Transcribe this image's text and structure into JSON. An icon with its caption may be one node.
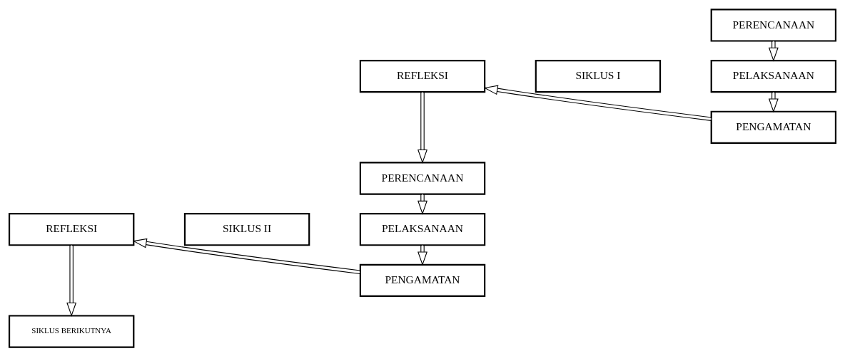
{
  "diagram": {
    "nodes": [
      {
        "text": [
          "PERENCANAAN"
        ]
      },
      {
        "text": [
          "REFLEKSI"
        ]
      },
      {
        "text": [
          "SIKLUS I"
        ]
      },
      {
        "text": [
          "PELAKSANAAN"
        ]
      },
      {
        "text": [
          "PENGAMATAN"
        ]
      },
      {
        "text": [
          "PERENCANAAN"
        ]
      },
      {
        "text": [
          "REFLEKSI"
        ]
      },
      {
        "text": [
          "SIKLUS II"
        ]
      },
      {
        "text": [
          "PELAKSANAAN"
        ]
      },
      {
        "text": [
          "PENGAMATAN"
        ]
      },
      {
        "text": [
          "SIKLUS BERIKUTNYA"
        ]
      }
    ],
    "edges": [
      {
        "from": 0,
        "to": 3,
        "arrow": "to"
      },
      {
        "from": 3,
        "to": 4,
        "arrow": "to"
      },
      {
        "from": 4,
        "to": 1,
        "arrow": "to"
      },
      {
        "from": 1,
        "to": 5,
        "arrow": "to"
      },
      {
        "from": 5,
        "to": 8,
        "arrow": "to"
      },
      {
        "from": 8,
        "to": 9,
        "arrow": "to"
      },
      {
        "from": 9,
        "to": 6,
        "arrow": "to"
      },
      {
        "from": 6,
        "to": 10,
        "arrow": "to"
      }
    ]
  }
}
